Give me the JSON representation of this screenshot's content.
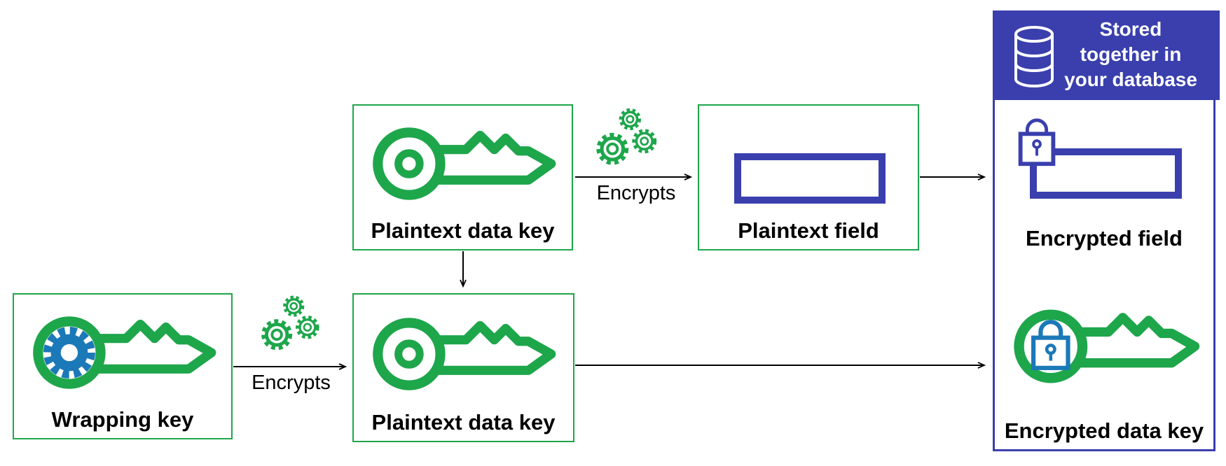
{
  "panel": {
    "header": "Stored together in your database",
    "header_lines": [
      "Stored",
      "together in",
      "your database"
    ],
    "encrypted_field_label": "Encrypted field",
    "encrypted_data_key_label": "Encrypted data key"
  },
  "boxes": {
    "wrapping_key": "Wrapping key",
    "plaintext_data_key_top": "Plaintext data key",
    "plaintext_data_key_bottom": "Plaintext data key",
    "plaintext_field": "Plaintext field"
  },
  "arrows": {
    "encrypts_top_label": "Encrypts",
    "encrypts_bottom_label": "Encrypts"
  },
  "icons": {
    "key": "key-icon",
    "wrapping_key": "key-with-gear-icon",
    "encrypted_key": "key-with-lock-icon",
    "gears": "gears-icon",
    "lock": "lock-icon",
    "database": "database-icon",
    "field": "field-rectangle"
  },
  "colors": {
    "green": "#1ea64b",
    "indigo": "#3a3fad",
    "steel_blue": "#1b79b8",
    "arrow_black": "#000000",
    "background": "#ffffff"
  }
}
